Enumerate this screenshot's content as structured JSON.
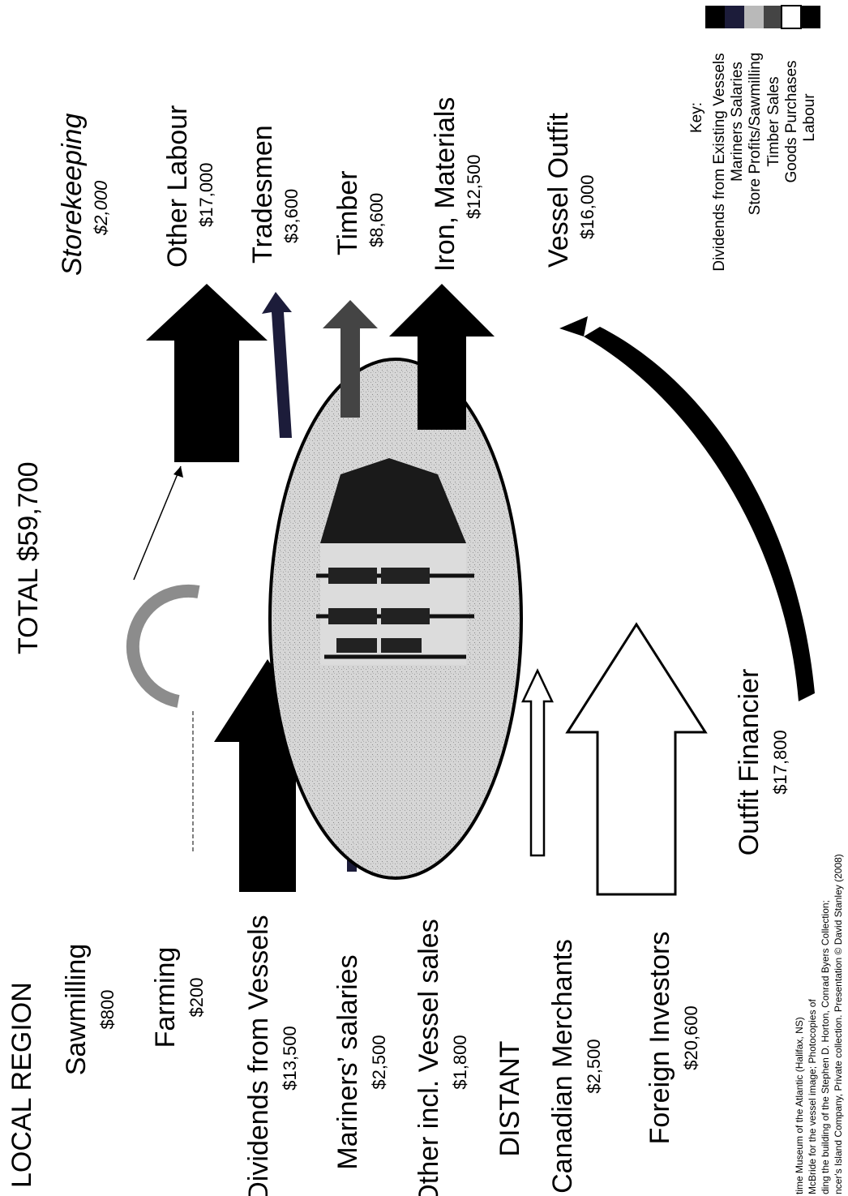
{
  "colors": {
    "dividends": "#000000",
    "mariners": "#1c1c3a",
    "store": "#b9b9b9",
    "timber": "#444444",
    "goods": "#ffffff",
    "labour": "#000000",
    "ellipse_fill": "#cfcfcf",
    "storekeeping_arc": "#8c8c8c"
  },
  "header": {
    "local": "LOCAL REGION",
    "distant": "DISTANT"
  },
  "total": {
    "label": "TOTAL $59,700"
  },
  "inflows": [
    {
      "id": "sawmilling",
      "label": "Sawmilling",
      "amount": "$800"
    },
    {
      "id": "farming",
      "label": "Farming",
      "amount": "$200"
    },
    {
      "id": "dividends",
      "label": "Dividends from Vessels",
      "amount": "$13,500"
    },
    {
      "id": "mariners",
      "label": "Mariners’ salaries",
      "amount": "$2,500"
    },
    {
      "id": "other",
      "label": "Other incl. Vessel sales",
      "amount": "$1,800"
    },
    {
      "id": "canadian",
      "label": "Canadian Merchants",
      "amount": "$2,500"
    },
    {
      "id": "foreign",
      "label": "Foreign Investors",
      "amount": "$20,600"
    }
  ],
  "outflows": [
    {
      "id": "storekeeping",
      "label": "Storekeeping",
      "amount": "$2,000"
    },
    {
      "id": "other_labour",
      "label": "Other Labour",
      "amount": "$17,000"
    },
    {
      "id": "tradesmen",
      "label": "Tradesmen",
      "amount": "$3,600"
    },
    {
      "id": "timber",
      "label": "Timber",
      "amount": "$8,600"
    },
    {
      "id": "iron",
      "label": "Iron, Materials",
      "amount": "$12,500"
    },
    {
      "id": "vessel_outfit",
      "label": "Vessel Outfit",
      "amount": "$16,000"
    }
  ],
  "outfit_financier": {
    "label": "Outfit Financier",
    "amount": "$17,800"
  },
  "key": {
    "title": "Key:",
    "items": [
      "Dividends from Existing Vessels",
      "Mariners Salaries",
      "Store Profits/Sawmilling",
      "Timber Sales",
      "Goods Purchases",
      "Labour"
    ]
  },
  "citation": [
    "time Museum of the Atlantic (Halifax, NS)",
    "McBride for the vessel image; Photocopies of",
    "ding the building of the Stephen D. Horton, Conrad Byers Collection;",
    "ncer's Island Company, Private collection. Presentation © David Stanley (2008)"
  ]
}
